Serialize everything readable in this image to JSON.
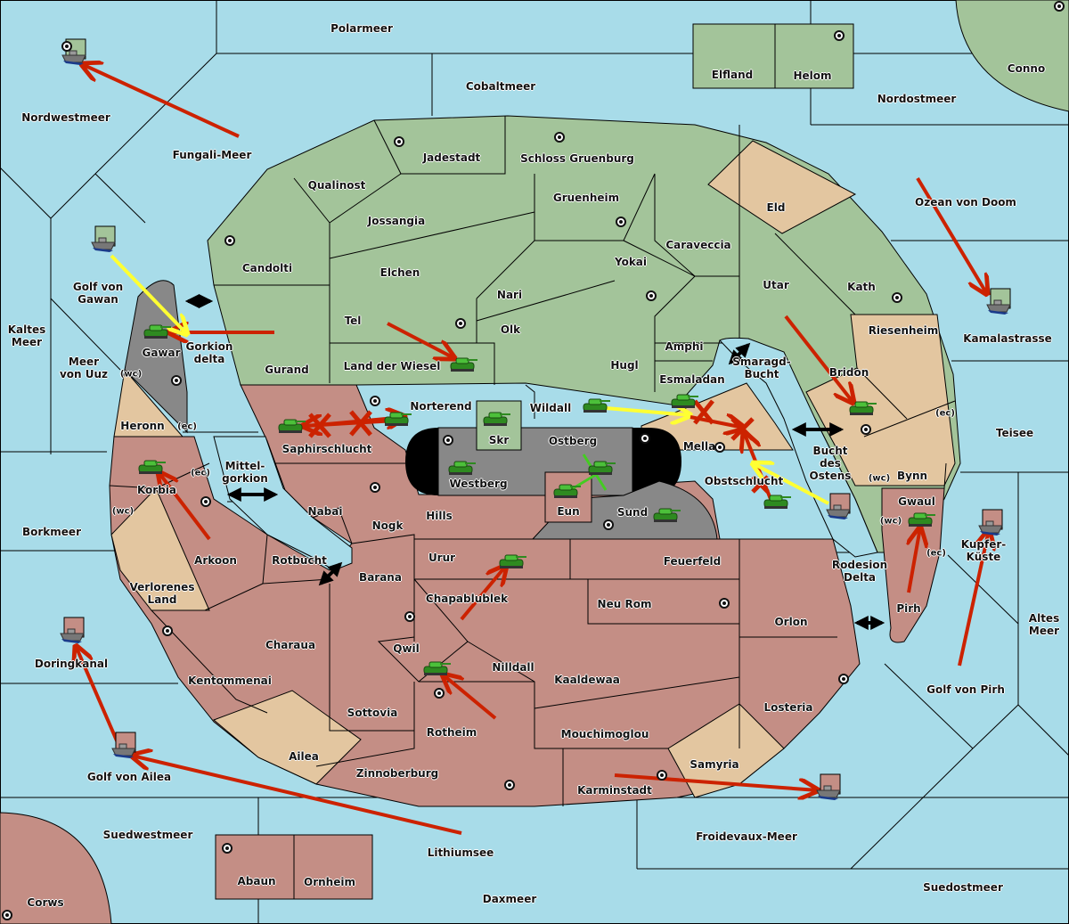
{
  "map": {
    "colors": {
      "sea": "#a8dce9",
      "green_power": "#a3c49a",
      "red_power": "#c48e85",
      "neutral_land": "#e3c6a0",
      "impassable": "#888888",
      "move_order": "#cc2200",
      "support_order": "#ffff33",
      "convoy_order": "#44cc22"
    },
    "sea_labels": [
      {
        "id": "polarmeer",
        "text": "Polarmeer"
      },
      {
        "id": "cobaltmeer",
        "text": "Cobaltmeer"
      },
      {
        "id": "nordwestmeer",
        "text": "Nordwestmeer"
      },
      {
        "id": "fungali-meer",
        "text": "Fungali-Meer"
      },
      {
        "id": "nordostmeer",
        "text": "Nordostmeer"
      },
      {
        "id": "ozean-von-doom",
        "text": "Ozean von Doom"
      },
      {
        "id": "golf-von-gawan",
        "text": "Golf von\nGawan"
      },
      {
        "id": "kaltes-meer",
        "text": "Kaltes\nMeer"
      },
      {
        "id": "meer-von-uuz",
        "text": "Meer\nvon Uuz"
      },
      {
        "id": "gorkion-delta",
        "text": "Gorkion\ndelta"
      },
      {
        "id": "kamalastrasse",
        "text": "Kamalastrasse"
      },
      {
        "id": "smaragd-bucht",
        "text": "Smaragd-\nBucht"
      },
      {
        "id": "teisee",
        "text": "Teisee"
      },
      {
        "id": "mittel-gorkion",
        "text": "Mittel-\ngorkion"
      },
      {
        "id": "bucht-des-ostens",
        "text": "Bucht\ndes\nOstens"
      },
      {
        "id": "borkmeer",
        "text": "Borkmeer"
      },
      {
        "id": "rotbucht",
        "text": "Rotbucht"
      },
      {
        "id": "rodesion-delta",
        "text": "Rodesion\nDelta"
      },
      {
        "id": "kupfer-kueste",
        "text": "Kupfer-\nKüste"
      },
      {
        "id": "altes-meer",
        "text": "Altes\nMeer"
      },
      {
        "id": "doringkanal",
        "text": "Doringkanal"
      },
      {
        "id": "golf-von-pirh",
        "text": "Golf von Pirh"
      },
      {
        "id": "golf-von-ailea",
        "text": "Golf von Ailea"
      },
      {
        "id": "suedwestmeer",
        "text": "Suedwestmeer"
      },
      {
        "id": "lithiumsee",
        "text": "Lithiumsee"
      },
      {
        "id": "froidevaux-meer",
        "text": "Froidevaux-Meer"
      },
      {
        "id": "daxmeer",
        "text": "Daxmeer"
      },
      {
        "id": "suedostmeer",
        "text": "Suedostmeer"
      }
    ],
    "land_labels": [
      {
        "id": "elfland",
        "text": "Elfland",
        "owner": "green"
      },
      {
        "id": "helom",
        "text": "Helom",
        "owner": "green"
      },
      {
        "id": "conno",
        "text": "Conno",
        "owner": "green"
      },
      {
        "id": "jadestadt",
        "text": "Jadestadt",
        "owner": "green"
      },
      {
        "id": "schloss-gruenburg",
        "text": "Schloss Gruenburg",
        "owner": "green"
      },
      {
        "id": "qualinost",
        "text": "Qualinost",
        "owner": "green"
      },
      {
        "id": "gruenheim",
        "text": "Gruenheim",
        "owner": "green"
      },
      {
        "id": "eld",
        "text": "Eld",
        "owner": "neutral"
      },
      {
        "id": "jossangia",
        "text": "Jossangia",
        "owner": "green"
      },
      {
        "id": "caraveccia",
        "text": "Caraveccia",
        "owner": "green"
      },
      {
        "id": "candolti",
        "text": "Candolti",
        "owner": "green"
      },
      {
        "id": "yokai",
        "text": "Yokai",
        "owner": "green"
      },
      {
        "id": "elchen",
        "text": "Elchen",
        "owner": "green"
      },
      {
        "id": "nari",
        "text": "Nari",
        "owner": "green"
      },
      {
        "id": "utar",
        "text": "Utar",
        "owner": "green"
      },
      {
        "id": "kath",
        "text": "Kath",
        "owner": "green"
      },
      {
        "id": "tel",
        "text": "Tel",
        "owner": "green"
      },
      {
        "id": "olk",
        "text": "Olk",
        "owner": "green"
      },
      {
        "id": "riesenheim",
        "text": "Riesenheim",
        "owner": "neutral"
      },
      {
        "id": "amphi",
        "text": "Amphi",
        "owner": "green"
      },
      {
        "id": "gawar",
        "text": "Gawar",
        "owner": "impassable"
      },
      {
        "id": "land-der-wiesel",
        "text": "Land der Wiesel",
        "owner": "green"
      },
      {
        "id": "hugl",
        "text": "Hugl",
        "owner": "green"
      },
      {
        "id": "gurand",
        "text": "Gurand",
        "owner": "green"
      },
      {
        "id": "bridon",
        "text": "Bridon",
        "owner": "neutral"
      },
      {
        "id": "esmaladan",
        "text": "Esmaladan",
        "owner": "green"
      },
      {
        "id": "norterend",
        "text": "Norterend",
        "owner": "green"
      },
      {
        "id": "wildall",
        "text": "Wildall",
        "owner": "green"
      },
      {
        "id": "heronn",
        "text": "Heronn",
        "owner": "neutral"
      },
      {
        "id": "skr",
        "text": "Skr",
        "owner": "green"
      },
      {
        "id": "ostberg",
        "text": "Ostberg",
        "owner": "impassable"
      },
      {
        "id": "mellar",
        "text": "Mellar",
        "owner": "neutral"
      },
      {
        "id": "saphirschlucht",
        "text": "Saphirschlucht",
        "owner": "red"
      },
      {
        "id": "bynn",
        "text": "Bynn",
        "owner": "neutral"
      },
      {
        "id": "korbia",
        "text": "Korbia",
        "owner": "red"
      },
      {
        "id": "westberg",
        "text": "Westberg",
        "owner": "impassable"
      },
      {
        "id": "obstschlucht",
        "text": "Obstschlucht",
        "owner": "red"
      },
      {
        "id": "nabai",
        "text": "Nabai",
        "owner": "red"
      },
      {
        "id": "eun",
        "text": "Eun",
        "owner": "red"
      },
      {
        "id": "gwaul",
        "text": "Gwaul",
        "owner": "red"
      },
      {
        "id": "hills",
        "text": "Hills",
        "owner": "red"
      },
      {
        "id": "sund",
        "text": "Sund",
        "owner": "impassable"
      },
      {
        "id": "nogk",
        "text": "Nogk",
        "owner": "red"
      },
      {
        "id": "arkoon",
        "text": "Arkoon",
        "owner": "red"
      },
      {
        "id": "urur",
        "text": "Urur",
        "owner": "red"
      },
      {
        "id": "feuerfeld",
        "text": "Feuerfeld",
        "owner": "red"
      },
      {
        "id": "barana",
        "text": "Barana",
        "owner": "red"
      },
      {
        "id": "verlorenes-land",
        "text": "Verlorenes\nLand",
        "owner": "neutral"
      },
      {
        "id": "chapablublek",
        "text": "Chapablublek",
        "owner": "red"
      },
      {
        "id": "neu-rom",
        "text": "Neu Rom",
        "owner": "red"
      },
      {
        "id": "pirh",
        "text": "Pirh",
        "owner": "red"
      },
      {
        "id": "orlon",
        "text": "Orlon",
        "owner": "red"
      },
      {
        "id": "charaua",
        "text": "Charaua",
        "owner": "red"
      },
      {
        "id": "qwil",
        "text": "Qwil",
        "owner": "red"
      },
      {
        "id": "nilldall",
        "text": "Nilldall",
        "owner": "red"
      },
      {
        "id": "kaaldewaa",
        "text": "Kaaldewaa",
        "owner": "red"
      },
      {
        "id": "kentommenai",
        "text": "Kentommenai",
        "owner": "red"
      },
      {
        "id": "sottovia",
        "text": "Sottovia",
        "owner": "red"
      },
      {
        "id": "losteria",
        "text": "Losteria",
        "owner": "red"
      },
      {
        "id": "rotheim",
        "text": "Rotheim",
        "owner": "red"
      },
      {
        "id": "mouchimoglou",
        "text": "Mouchimoglou",
        "owner": "red"
      },
      {
        "id": "ailea",
        "text": "Ailea",
        "owner": "neutral"
      },
      {
        "id": "samyria",
        "text": "Samyria",
        "owner": "neutral"
      },
      {
        "id": "zinnoberburg",
        "text": "Zinnoberburg",
        "owner": "red"
      },
      {
        "id": "karminstadt",
        "text": "Karminstadt",
        "owner": "red"
      },
      {
        "id": "abaun",
        "text": "Abaun",
        "owner": "red"
      },
      {
        "id": "ornheim",
        "text": "Ornheim",
        "owner": "red"
      },
      {
        "id": "corws",
        "text": "Corws",
        "owner": "red"
      }
    ],
    "coast_labels": [
      {
        "id": "gawar-wc",
        "text": "(wc)"
      },
      {
        "id": "heronn-ec",
        "text": "(ec)"
      },
      {
        "id": "korbia-ec",
        "text": "(ec)"
      },
      {
        "id": "korbia-wc",
        "text": "(wc)"
      },
      {
        "id": "bridon-ec",
        "text": "(ec)"
      },
      {
        "id": "bynn-wc",
        "text": "(wc)"
      },
      {
        "id": "gwaul-wc",
        "text": "(wc)"
      },
      {
        "id": "gwaul-ec",
        "text": "(ec)"
      }
    ],
    "units": [
      {
        "type": "fleet",
        "owner": "green",
        "location": "Nordwestmeer"
      },
      {
        "type": "fleet",
        "owner": "green",
        "location": "Golf von Gawan"
      },
      {
        "type": "army",
        "owner": "green",
        "location": "Gawar",
        "status": "dislodged"
      },
      {
        "type": "fleet",
        "owner": "green",
        "location": "Kamalastrasse"
      },
      {
        "type": "army",
        "owner": "green",
        "location": "Bridon"
      },
      {
        "type": "army",
        "owner": "green",
        "location": "Land der Wiesel"
      },
      {
        "type": "army",
        "owner": "green",
        "location": "Norterend"
      },
      {
        "type": "army",
        "owner": "green",
        "location": "Skr"
      },
      {
        "type": "army",
        "owner": "green",
        "location": "Wildall"
      },
      {
        "type": "army",
        "owner": "green",
        "location": "Esmaladan"
      },
      {
        "type": "army",
        "owner": "green",
        "location": "Saphirschlucht"
      },
      {
        "type": "army",
        "owner": "green",
        "location": "Westberg"
      },
      {
        "type": "army",
        "owner": "green",
        "location": "Ostberg"
      },
      {
        "type": "army",
        "owner": "green",
        "location": "Eun"
      },
      {
        "type": "army",
        "owner": "green",
        "location": "Sund"
      },
      {
        "type": "army",
        "owner": "green",
        "location": "Korbia"
      },
      {
        "type": "army",
        "owner": "green",
        "location": "Urur"
      },
      {
        "type": "army",
        "owner": "green",
        "location": "Qwil"
      },
      {
        "type": "army",
        "owner": "green",
        "location": "Obstschlucht"
      },
      {
        "type": "army",
        "owner": "green",
        "location": "Gwaul"
      },
      {
        "type": "fleet",
        "owner": "red",
        "location": "Bucht des Ostens"
      },
      {
        "type": "fleet",
        "owner": "red",
        "location": "Kupfer-Kueste"
      },
      {
        "type": "fleet",
        "owner": "red",
        "location": "Doringkanal"
      },
      {
        "type": "fleet",
        "owner": "red",
        "location": "Golf von Ailea"
      },
      {
        "type": "fleet",
        "owner": "red",
        "location": "Froidevaux-Meer"
      }
    ]
  }
}
